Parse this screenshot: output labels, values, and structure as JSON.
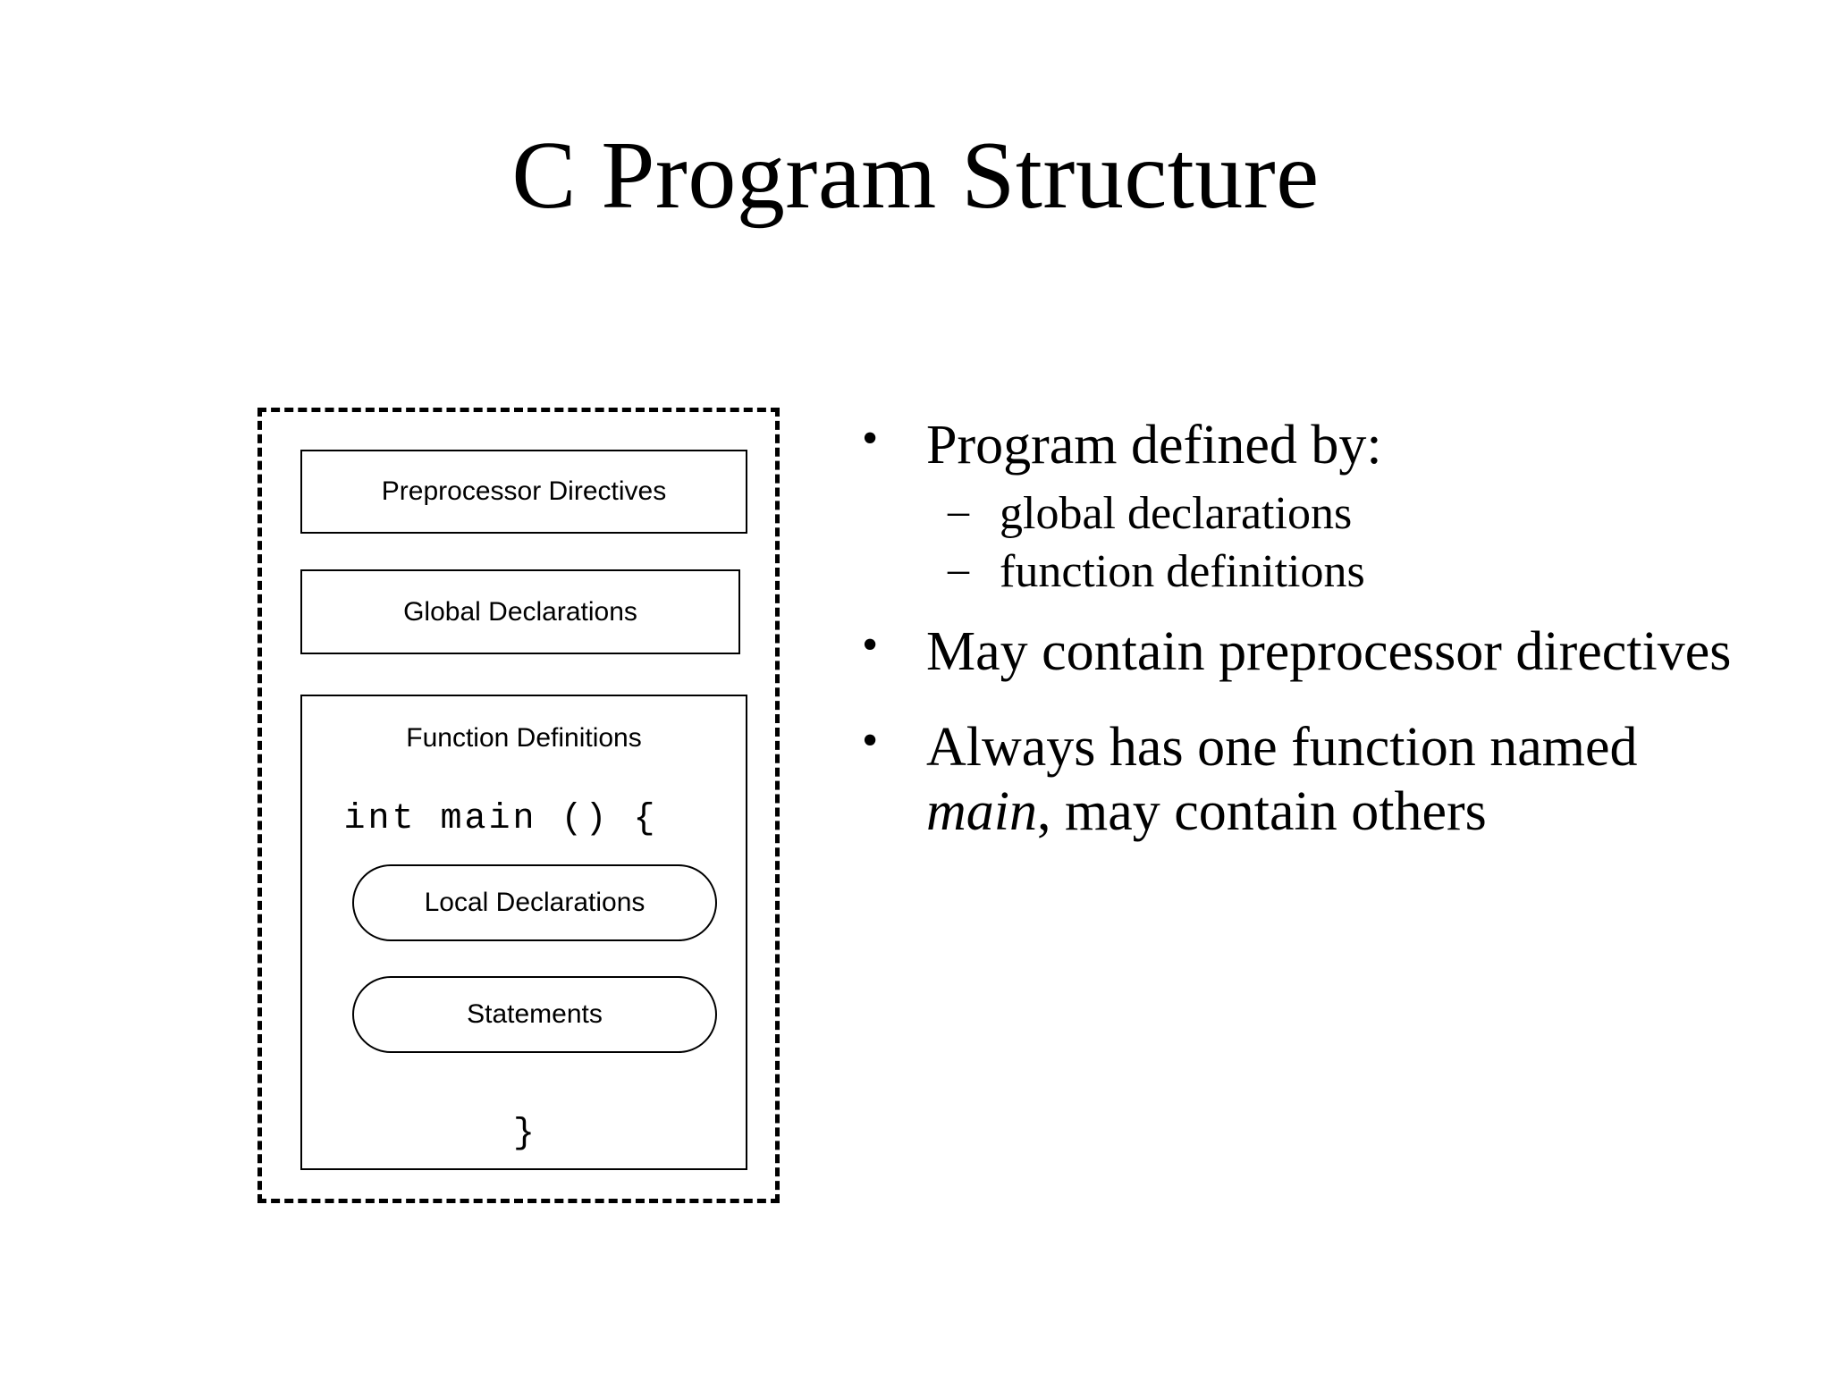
{
  "slide": {
    "title": "C Program Structure",
    "background_color": "#ffffff",
    "text_color": "#000000"
  },
  "diagram": {
    "outer_frame": {
      "style": "dashed",
      "name": "program-frame"
    },
    "boxes": [
      {
        "label": "Preprocessor Directives",
        "shape": "rectangle"
      },
      {
        "label": "Global Declarations",
        "shape": "rectangle"
      },
      {
        "label": "Function Definitions",
        "shape": "rectangle"
      }
    ],
    "function_body": {
      "open_line": "int main () {",
      "close_line": "}",
      "pills": [
        {
          "label": "Local Declarations",
          "shape": "rounded"
        },
        {
          "label": "Statements",
          "shape": "rounded"
        }
      ]
    }
  },
  "bullets": [
    {
      "marker": "•",
      "text": "Program defined by:",
      "children": [
        {
          "marker": "–",
          "text": "global declarations"
        },
        {
          "marker": "–",
          "text": "function definitions"
        }
      ]
    },
    {
      "marker": "•",
      "text": "May contain preprocessor directives",
      "children": []
    },
    {
      "marker": "•",
      "text_before": "Always has one function named ",
      "text_italic": "main",
      "text_after": ", may contain others",
      "children": []
    }
  ]
}
